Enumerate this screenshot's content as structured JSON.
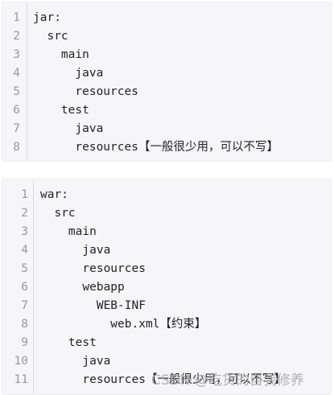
{
  "blocks": [
    {
      "lines": [
        {
          "num": "1",
          "text": "jar:"
        },
        {
          "num": "2",
          "text": "  src"
        },
        {
          "num": "3",
          "text": "    main"
        },
        {
          "num": "4",
          "text": "      java"
        },
        {
          "num": "5",
          "text": "      resources"
        },
        {
          "num": "6",
          "text": "    test"
        },
        {
          "num": "7",
          "text": "      java"
        },
        {
          "num": "8",
          "text": "      resources【一般很少用，可以不写】"
        }
      ]
    },
    {
      "lines": [
        {
          "num": "1",
          "text": "war:"
        },
        {
          "num": "2",
          "text": "  src"
        },
        {
          "num": "3",
          "text": "    main"
        },
        {
          "num": "4",
          "text": "      java"
        },
        {
          "num": "5",
          "text": "      resources"
        },
        {
          "num": "6",
          "text": "      webapp"
        },
        {
          "num": "7",
          "text": "        WEB-INF"
        },
        {
          "num": "8",
          "text": "          web.xml【约束】"
        },
        {
          "num": "9",
          "text": "    test"
        },
        {
          "num": "10",
          "text": "      java"
        },
        {
          "num": "11",
          "text": "      resources【一般很少用，可以不写】"
        }
      ]
    }
  ],
  "watermark": "CSDN @吃货的自我修养"
}
